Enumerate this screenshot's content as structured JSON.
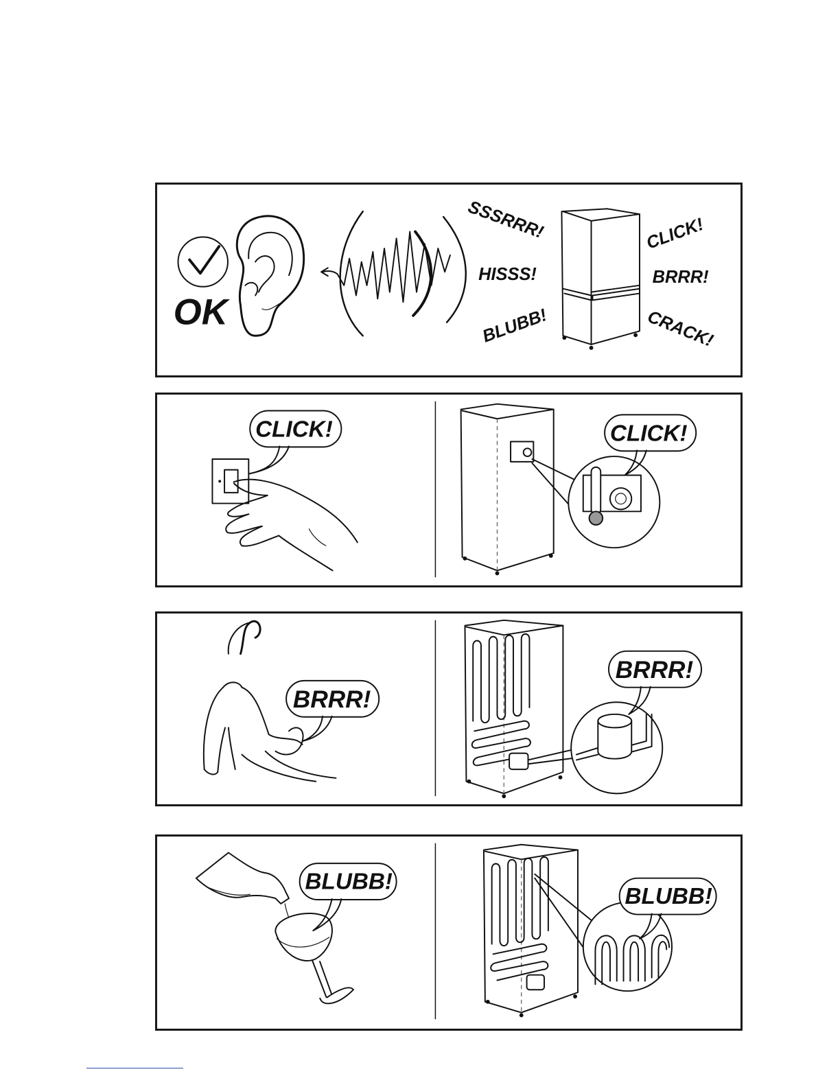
{
  "panel1": {
    "ok_label": "OK",
    "sounds": [
      "SSSRRR!",
      "HISSS!",
      "BLUBB!",
      "CLICK!",
      "BRRR!",
      "CRACK!"
    ]
  },
  "panel2": {
    "left_bubble": "CLICK!",
    "right_bubble": "CLICK!"
  },
  "panel3": {
    "left_bubble": "BRRR!",
    "right_bubble": "BRRR!"
  },
  "panel4": {
    "left_bubble": "BLUBB!",
    "right_bubble": "BLUBB!"
  }
}
